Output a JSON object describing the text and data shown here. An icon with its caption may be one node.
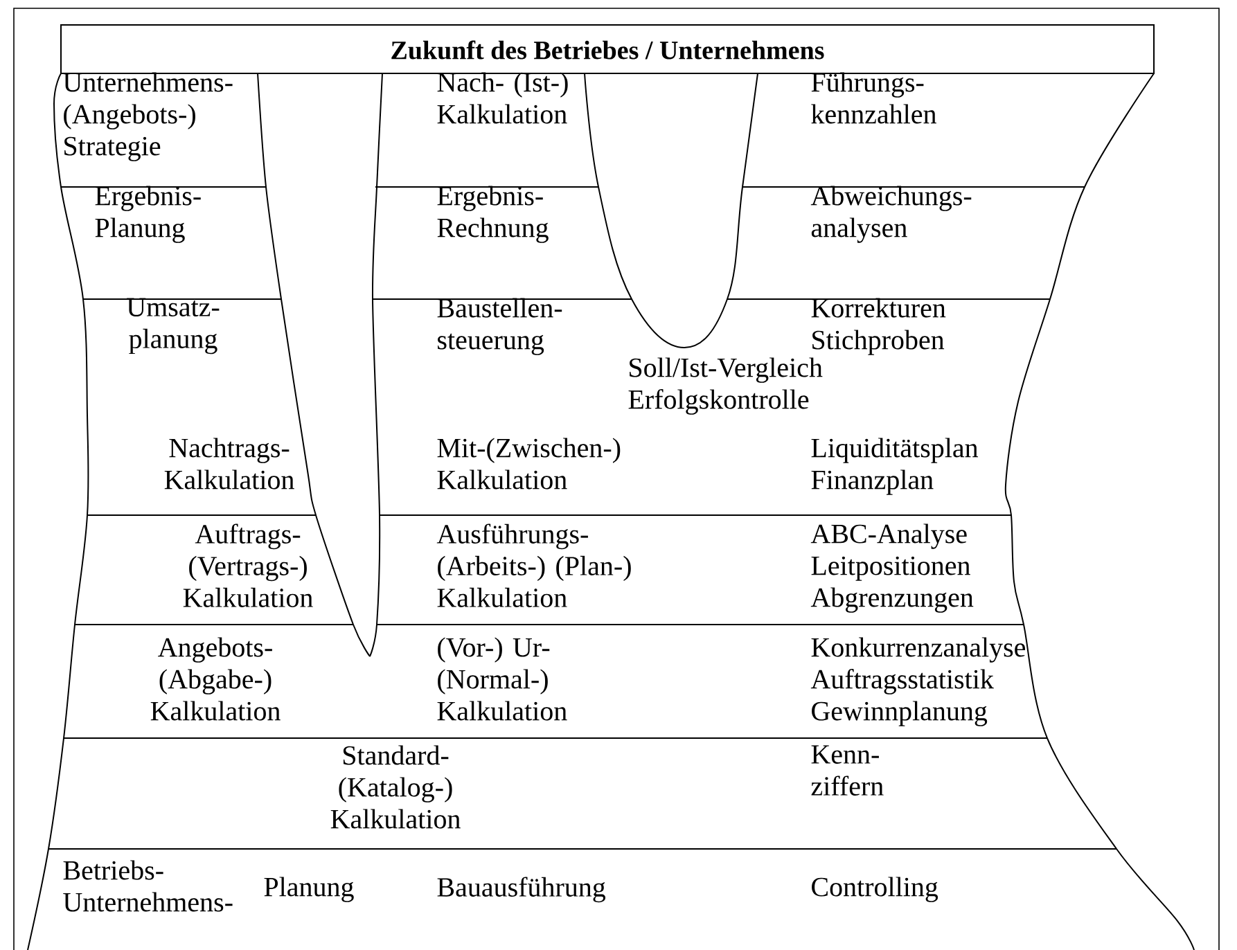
{
  "diagram": {
    "title": "Zukunft des Betriebes / Unternehmens",
    "labels": [
      "Unternehmens- (Angebots-) Strategie",
      "Nach- (Ist-) Kalkulation",
      "Führungs- kennzahlen",
      "Ergebnis- Planung",
      "Ergebnis- Rechnung",
      "Abweichungs- analysen",
      "Umsatz- planung",
      "Baustellen- steuerung",
      "Korrekturen Stichproben",
      "Soll/Ist-Vergleich Erfolgskontrolle",
      "Nachtrags- Kalkulation",
      "Mit-(Zwischen-) Kalkulation",
      "Liquiditätsplan Finanzplan",
      "Auftrags- (Vertrags-) Kalkulation",
      "Ausführungs- (Arbeits-) (Plan-) Kalkulation",
      "ABC-Analyse Leitpositionen Abgrenzungen",
      "Angebots- (Abgabe-) Kalkulation",
      "(Vor-) Ur- (Normal-) Kalkulation",
      "Konkurrenzanalyse Auftragsstatistik Gewinnplanung",
      "Standard- (Katalog-) Kalkulation",
      "Kenn- ziffern",
      "Betriebs- Unternehmens-",
      "Planung",
      "Bauausführung",
      "Controlling"
    ]
  }
}
